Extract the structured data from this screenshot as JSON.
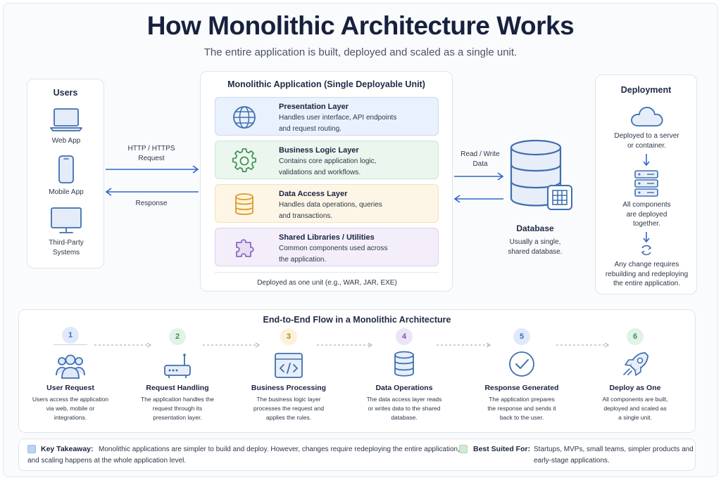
{
  "header": {
    "title": "How Monolithic Architecture Works",
    "subtitle": "The entire application is built, deployed and scaled as a single unit."
  },
  "users": {
    "title": "Users",
    "items": [
      {
        "label": "Web App",
        "icon": "laptop-icon"
      },
      {
        "label": "Mobile App",
        "icon": "smartphone-icon"
      },
      {
        "label": "Third-Party",
        "label2": "Systems",
        "icon": "monitor-icon"
      }
    ]
  },
  "flow_arrows": {
    "request_line1": "HTTP / HTTPS",
    "request_line2": "Request",
    "response": "Response",
    "db_line1": "Read / Write",
    "db_line2": "Data"
  },
  "monolith": {
    "title": "Monolithic Application (Single Deployable Unit)",
    "layers": [
      {
        "name": "Presentation Layer",
        "desc1": "Handles user interface, API endpoints",
        "desc2": "and request routing.",
        "icon": "globe-icon",
        "bg": "#e9f1fc",
        "border": "#c8dbf3"
      },
      {
        "name": "Business Logic Layer",
        "desc1": "Contains core application logic,",
        "desc2": "validations and workflows.",
        "icon": "gear-icon",
        "bg": "#ebf6ee",
        "border": "#cde8d4"
      },
      {
        "name": "Data Access Layer",
        "desc1": "Handles data operations, queries",
        "desc2": "and transactions.",
        "icon": "database-icon",
        "bg": "#fdf6e6",
        "border": "#f3e2b7"
      },
      {
        "name": "Shared Libraries / Utilities",
        "desc1": "Common components used across",
        "desc2": "the application.",
        "icon": "puzzle-icon",
        "bg": "#f3eefa",
        "border": "#ddd1ef"
      }
    ],
    "footer": "Deployed as one unit (e.g., WAR, JAR, EXE)"
  },
  "database": {
    "title": "Database",
    "desc1": "Usually a single,",
    "desc2": "shared database."
  },
  "deployment": {
    "title": "Deployment",
    "step1_line1": "Deployed to a server",
    "step1_line2": "or container.",
    "step2_line1": "All components",
    "step2_line2": "are deployed",
    "step2_line3": "together.",
    "step3_line1": "Any change requires",
    "step3_line2": "rebuilding and redeploying",
    "step3_line3": "the entire application."
  },
  "flow": {
    "title": "End-to-End Flow in a Monolithic Architecture",
    "steps": [
      {
        "num": "1",
        "title": "User Request",
        "d1": "Users access the application",
        "d2": "via web, mobile or",
        "d3": "integrations.",
        "icon": "users-icon",
        "color": "#dfe9fa",
        "text_color": "#3b6cc4"
      },
      {
        "num": "2",
        "title": "Request Handling",
        "d1": "The application handles the",
        "d2": "request through its",
        "d3": "presentation layer.",
        "icon": "router-icon",
        "color": "#e1f3e6",
        "text_color": "#3f8f57"
      },
      {
        "num": "3",
        "title": "Business Processing",
        "d1": "The business logic layer",
        "d2": "processes the request and",
        "d3": "applies the rules.",
        "icon": "code-window-icon",
        "color": "#fcf1d9",
        "text_color": "#b7841c"
      },
      {
        "num": "4",
        "title": "Data Operations",
        "d1": "The data access layer reads",
        "d2": "or writes data to the shared",
        "d3": "database.",
        "icon": "database-icon",
        "color": "#ece4f7",
        "text_color": "#7a55b3"
      },
      {
        "num": "5",
        "title": "Response Generated",
        "d1": "The application prepares",
        "d2": "the response and sends it",
        "d3": "back to the user.",
        "icon": "check-circle-icon",
        "color": "#dfe9fa",
        "text_color": "#3b6cc4"
      },
      {
        "num": "6",
        "title": "Deploy as One",
        "d1": "All components are built,",
        "d2": "deployed and scaled as",
        "d3": "a single unit.",
        "icon": "rocket-icon",
        "color": "#e1f3e6",
        "text_color": "#3f8f57"
      }
    ]
  },
  "takeaway": {
    "label": "Key Takeaway:",
    "text1": "Monolithic applications are simpler to build and deploy. However, changes require redeploying the entire application,",
    "text2": "and scaling happens at the whole application level.",
    "best_label": "Best Suited For:",
    "best_text1": "Startups, MVPs, small teams, simpler products and",
    "best_text2": "early-stage applications."
  },
  "colors": {
    "accent": "#2f66c9",
    "icon_blue": "#3f6fae",
    "title_dark": "#17213d"
  }
}
